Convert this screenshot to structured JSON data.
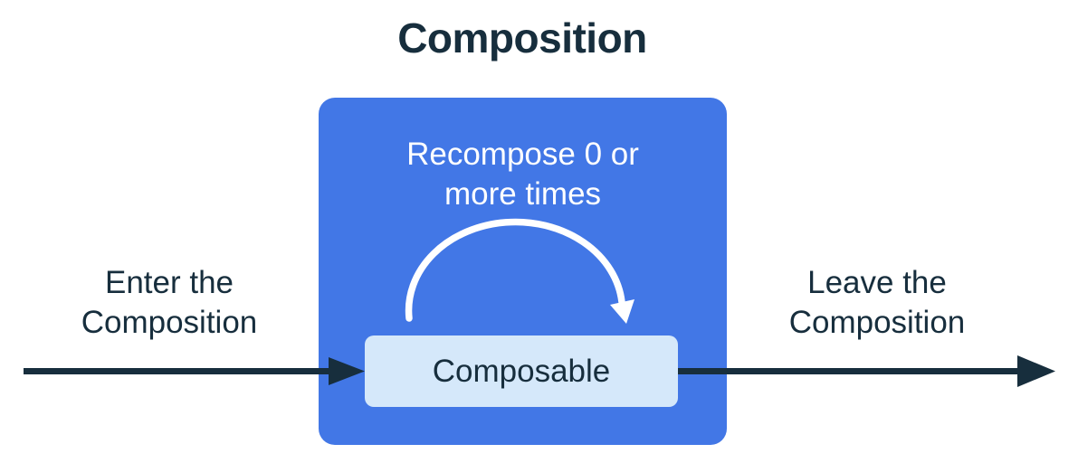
{
  "diagram": {
    "title": "Composition",
    "container": {
      "label": "Recompose 0 or\nmore times"
    },
    "node": {
      "label": "Composable"
    },
    "enter_label": "Enter the\nComposition",
    "leave_label": "Leave the\nComposition"
  },
  "colors": {
    "container_blue": "#4277E6",
    "node_light_blue": "#D5E8FA",
    "ink_dark": "#172E3D",
    "arc_white": "#FFFFFF"
  }
}
